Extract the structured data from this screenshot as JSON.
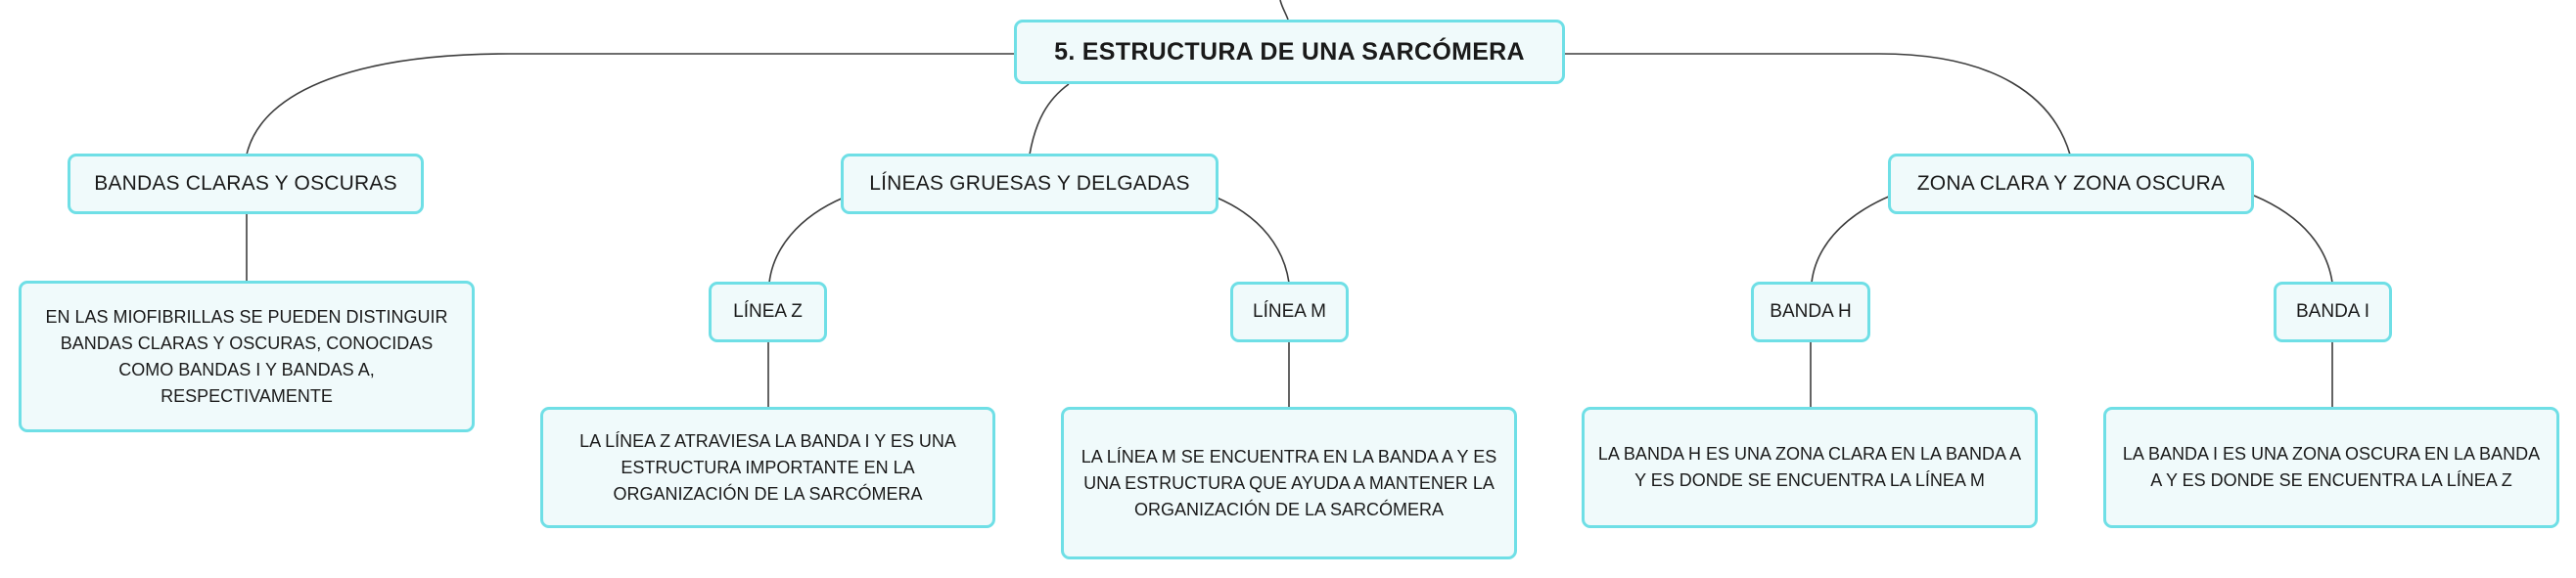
{
  "map": {
    "root": "5. ESTRUCTURA DE UNA SARCÓMERA",
    "branches": [
      {
        "label": "BANDAS CLARAS Y OSCURAS",
        "description": "EN LAS MIOFIBRILLAS SE PUEDEN DISTINGUIR BANDAS CLARAS Y OSCURAS, CONOCIDAS COMO BANDAS I Y BANDAS A, RESPECTIVAMENTE"
      },
      {
        "label": "LÍNEAS GRUESAS Y DELGADAS",
        "children": [
          {
            "label": "LÍNEA Z",
            "description": "LA LÍNEA Z ATRAVIESA LA BANDA I Y ES UNA ESTRUCTURA IMPORTANTE EN LA ORGANIZACIÓN DE LA SARCÓMERA"
          },
          {
            "label": "LÍNEA M",
            "description": "LA LÍNEA M SE ENCUENTRA EN LA BANDA A Y ES UNA ESTRUCTURA QUE AYUDA A MANTENER LA ORGANIZACIÓN DE LA SARCÓMERA"
          }
        ]
      },
      {
        "label": "ZONA CLARA Y ZONA OSCURA",
        "children": [
          {
            "label": "BANDA H",
            "description": "LA BANDA H ES UNA ZONA CLARA EN LA BANDA A Y ES DONDE SE ENCUENTRA LA LÍNEA M"
          },
          {
            "label": "BANDA I",
            "description": "LA BANDA I ES UNA ZONA OSCURA EN LA BANDA A Y ES DONDE SE ENCUENTRA LA LÍNEA Z"
          }
        ]
      }
    ]
  },
  "colors": {
    "node_border": "#6fdfe6",
    "node_fill": "#f0fafb",
    "connector": "#3d3d3d",
    "text": "#1a1a1a"
  }
}
